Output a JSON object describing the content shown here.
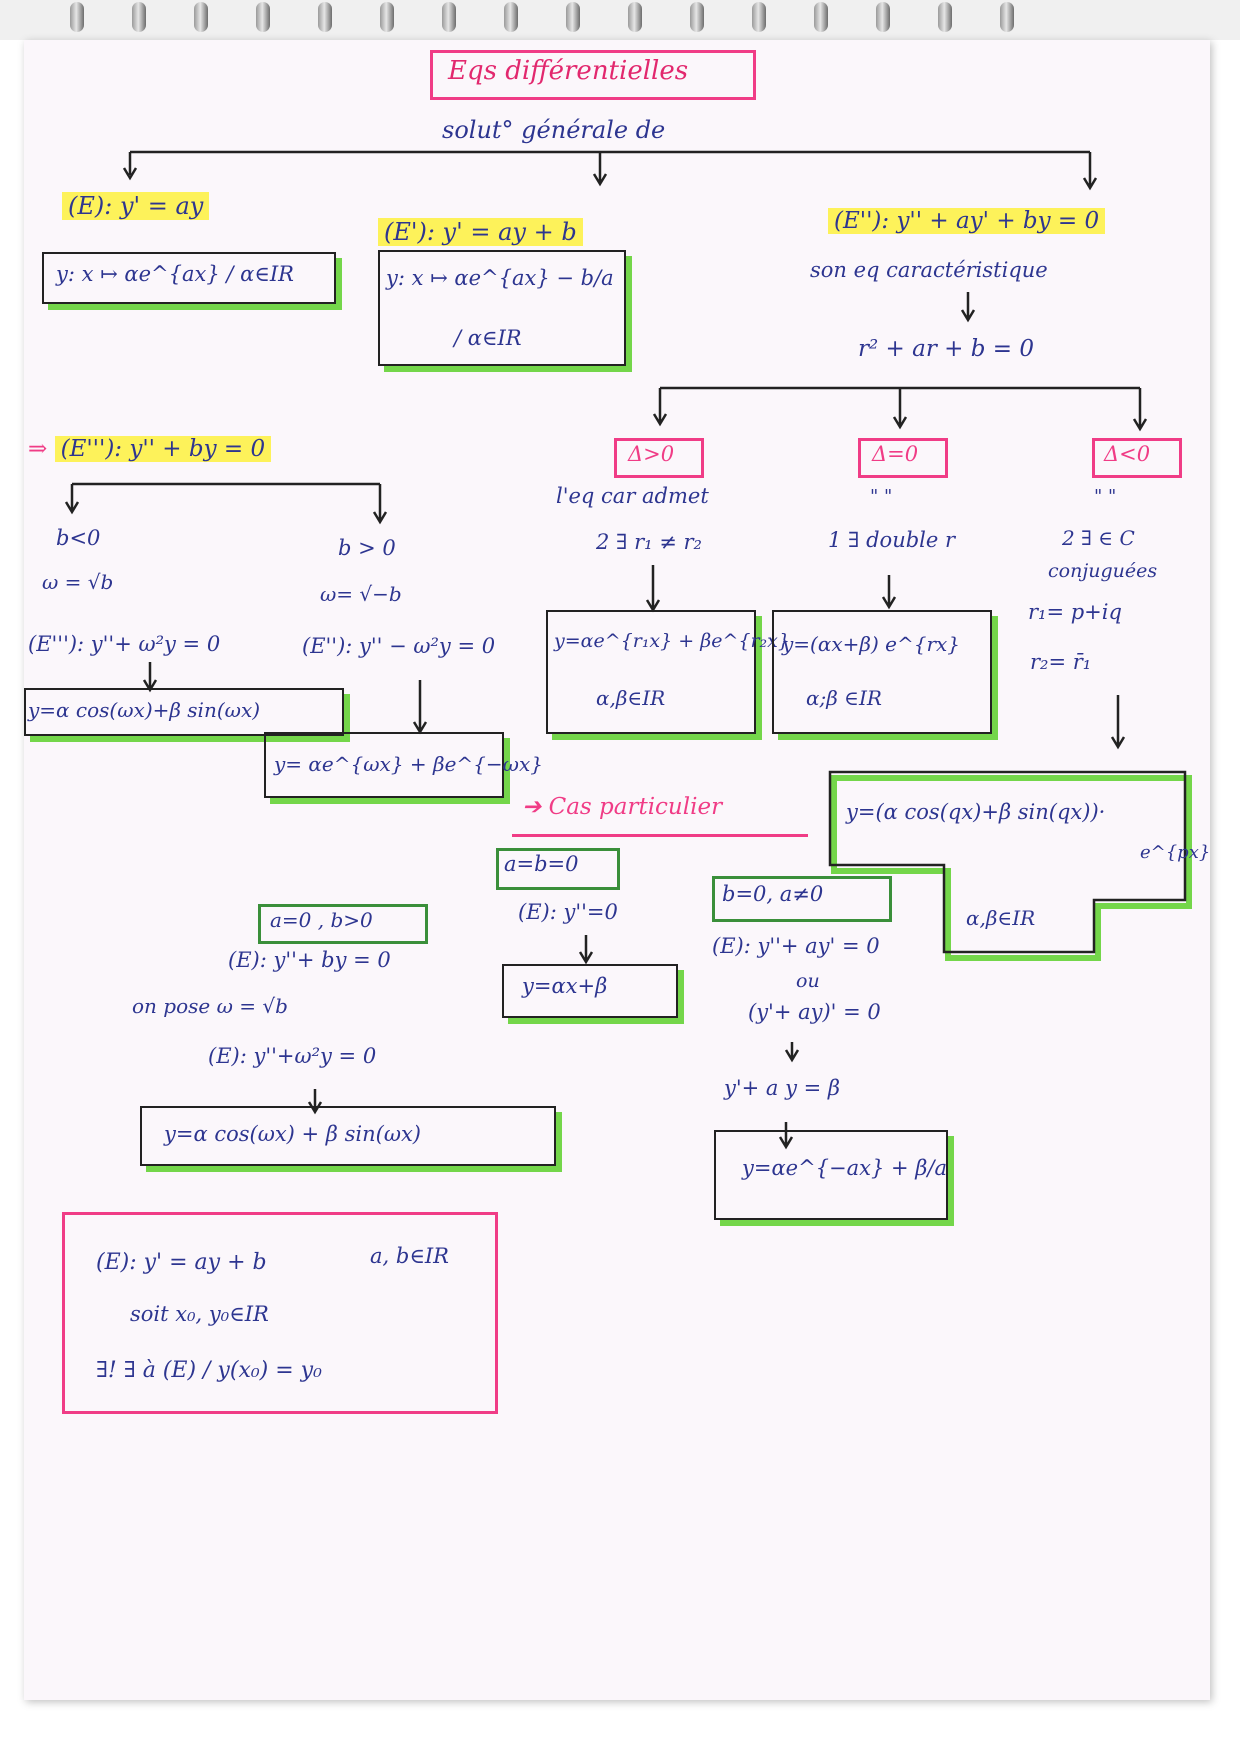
{
  "title": "Eqs différentielles",
  "subtitle": "solut° générale de",
  "first_order": {
    "eq": "(E): y' = ay",
    "solution": "y: x ↦ αe^{ax} / α∈IR"
  },
  "affine": {
    "eq": "(E'): y' = ay + b",
    "solution_line1": "y: x ↦ αe^{ax} − b/a",
    "solution_line2": "/ α∈IR"
  },
  "second_order": {
    "eq": "(E''): y'' + ay' + by = 0",
    "char_label": "son eq caractéristique",
    "char_eq": "r² + ar + b = 0"
  },
  "cases": {
    "pos": {
      "delta": "Δ>0",
      "desc1": "l'eq car admet",
      "desc2": "2 ∃ r₁ ≠ r₂",
      "sol1": "y=αe^{r₁x} + βe^{r₂x}",
      "sol2": "α,β∈IR"
    },
    "zero": {
      "delta": "Δ=0",
      "ditto": "\"  \"",
      "desc": "1 ∃ double r",
      "sol1": "y=(αx+β) e^{rx}",
      "sol2": "α;β ∈IR"
    },
    "neg": {
      "delta": "Δ<0",
      "ditto": "\"  \"",
      "desc1": "2 ∃ ∈ C",
      "desc2": "conjuguées",
      "r1": "r₁= p+iq",
      "r2": "r₂= r̄₁",
      "sol1": "y=(α cos(qx)+β sin(qx))·",
      "sol1b": "e^{px}",
      "sol2": "α,β∈IR"
    }
  },
  "e3": {
    "eq": "(E'''): y'' + by = 0",
    "left": {
      "cond": "b<0",
      "omega": "ω = √b",
      "eq": "(E'''): y''+ ω²y = 0",
      "sol": "y=α cos(ωx)+β sin(ωx)"
    },
    "right": {
      "cond": "b > 0",
      "omega": "ω= √−b",
      "eq": "(E''): y'' − ω²y = 0",
      "sol": "y= αe^{ωx} + βe^{−ωx}"
    }
  },
  "special": {
    "label": "Cas particulier",
    "ab0": {
      "cond": "a=b=0",
      "eq": "(E): y''=0",
      "sol": "y=αx+β"
    },
    "b0": {
      "cond": "b=0, a≠0",
      "eq": "(E): y''+ ay' = 0",
      "ou": "ou",
      "eq2": "(y'+ ay)' = 0",
      "eq3": "y'+ a y = β",
      "sol": "y=αe^{−ax} + β/a"
    },
    "a0": {
      "cond": "a=0 , b>0",
      "eq": "(E): y''+ by = 0",
      "pose": "on pose   ω = √b",
      "eq2": "(E): y''+ω²y = 0",
      "sol": "y=α cos(ωx) + β sin(ωx)"
    }
  },
  "cauchy": {
    "eq": "(E): y' = ay + b",
    "coef": "a, b∈IR",
    "soit": "soit  x₀, y₀∈IR",
    "exist": "∃! ∃ à (E) / y(x₀) = y₀"
  },
  "colors": {
    "ink": "#2d3590",
    "pink": "#f03c86",
    "green": "#3a8f3a",
    "highlight": "#fdf25a"
  }
}
